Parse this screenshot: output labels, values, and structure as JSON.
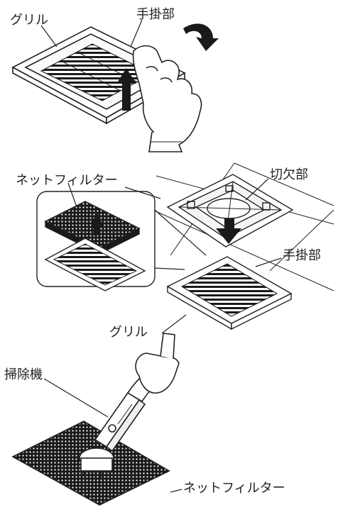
{
  "labels": {
    "grille_1": "グリル",
    "handle_1": "手掛部",
    "net_filter_1": "ネットフィルター",
    "notch": "切欠部",
    "handle_2": "手掛部",
    "grille_2": "グリル",
    "vacuum": "掃除機",
    "net_filter_2": "ネットフィルター"
  },
  "colors": {
    "line": "#222222",
    "fill_dark": "#1a1a1a",
    "panel": "#f4f4f4"
  },
  "icons": [
    "curved-arrow-icon",
    "up-arrow-icon",
    "down-arrow-icon"
  ]
}
